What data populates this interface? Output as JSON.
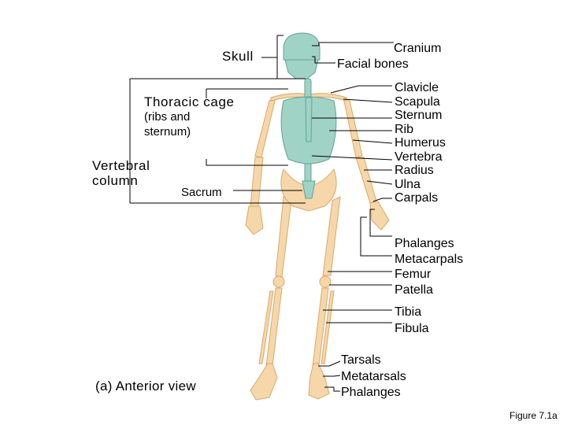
{
  "labels": {
    "skull": "Skull",
    "cranium": "Cranium",
    "facial_bones": "Facial bones",
    "thoracic_cage": "Thoracic cage",
    "thoracic_sub": [
      "(ribs and",
      "sternum)"
    ],
    "vertebral": [
      "Vertebral",
      "column"
    ],
    "sacrum": "Sacrum",
    "upper_right": [
      "Clavicle",
      "Scapula",
      "Sternum",
      "Rib",
      "Humerus",
      "Vertebra",
      "Radius",
      "Ulna",
      "Carpals"
    ],
    "hand_right": [
      "Phalanges",
      "Metacarpals",
      "Femur",
      "Patella"
    ],
    "leg_right": [
      "Tibia",
      "Fibula"
    ],
    "foot": [
      "Tarsals",
      "Metatarsals",
      "Phalanges"
    ],
    "caption": "(a) Anterior view",
    "figure": "Figure 7.1a"
  },
  "colors": {
    "bone": "#f6d7a9",
    "bone_edge": "#d9a96a",
    "axial": "#9fd3c6",
    "axial_edge": "#5fa596",
    "leader": "#000000"
  }
}
